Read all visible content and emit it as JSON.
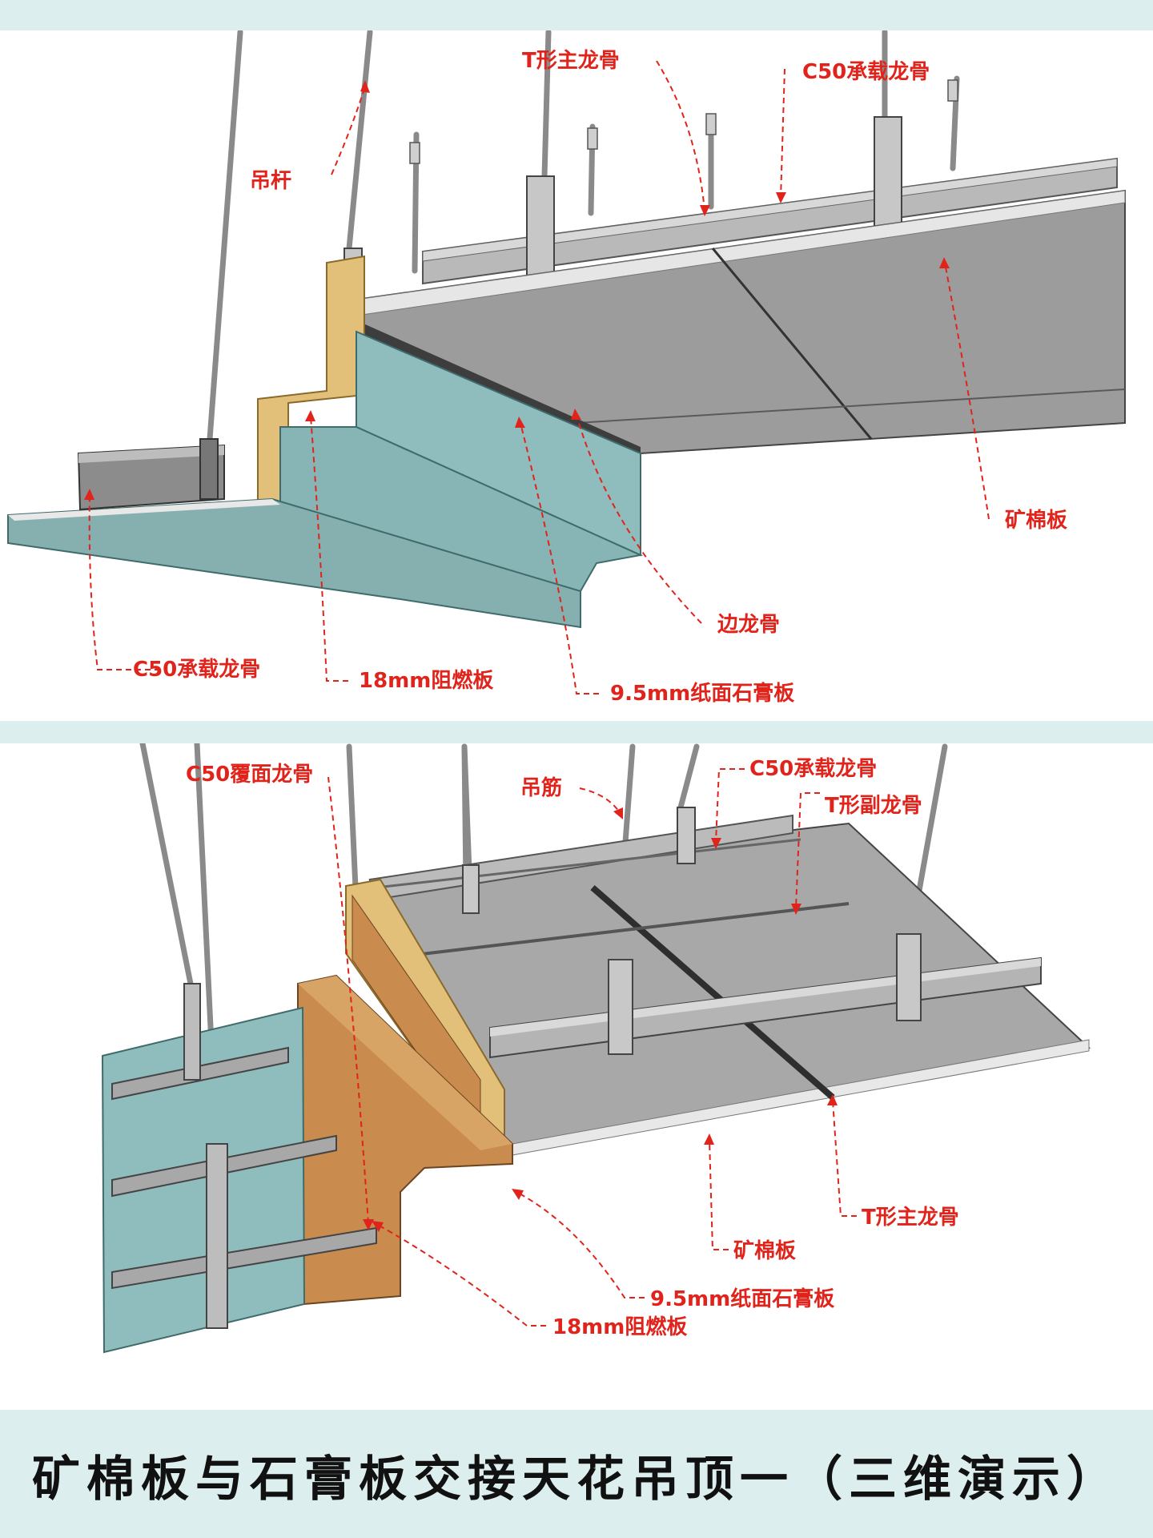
{
  "title": "矿棉板与石膏板交接天花吊顶一（三维演示）",
  "top_diagram": {
    "labels": {
      "hanger_rod": "吊杆",
      "t_main_keel": "T形主龙骨",
      "c50_carrying_keel_top": "C50承载龙骨",
      "mineral_wool_board": "矿棉板",
      "edge_keel": "边龙骨",
      "c50_carrying_keel_bottom": "C50承载龙骨",
      "fire_board": "18mm阻燃板",
      "gypsum_board": "9.5mm纸面石膏板"
    }
  },
  "bottom_diagram": {
    "labels": {
      "c50_cover_keel": "C50覆面龙骨",
      "hanging_bar": "吊筋",
      "c50_carrying_keel": "C50承载龙骨",
      "t_secondary_keel": "T形副龙骨",
      "t_main_keel": "T形主龙骨",
      "mineral_wool_board": "矿棉板",
      "gypsum_board": "9.5mm纸面石膏板",
      "fire_board": "18mm阻燃板"
    }
  },
  "colors": {
    "label_red": "#e0241c",
    "mineral_board": "#9a9a9a",
    "gypsum_board": "#8fbcbc",
    "wood_board": "#e2c07a",
    "plywood": "#c98b4e",
    "background": "#dcefee"
  }
}
